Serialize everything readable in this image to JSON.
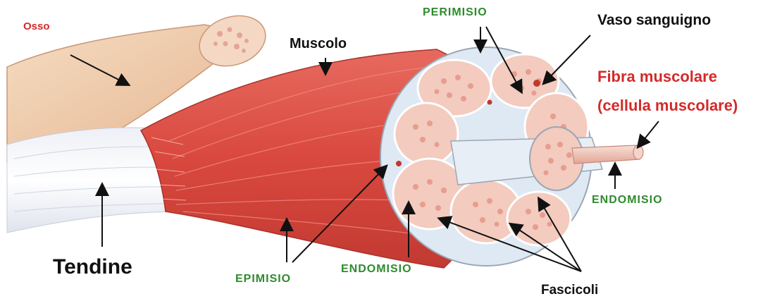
{
  "labels": {
    "osso": "Osso",
    "muscolo": "Muscolo",
    "tendine": "Tendine",
    "perimisio": "PERIMISIO",
    "vaso": "Vaso sanguigno",
    "fibra_line1": "Fibra muscolare",
    "fibra_line2": "(cellula muscolare)",
    "endomisio_right": "ENDOMISIO",
    "endomisio_bottom": "ENDOMISIO",
    "epimisio": "EPIMISIO",
    "fascicoli": "Fascicoli"
  },
  "colors": {
    "green_label": "#2e8b2e",
    "red_label": "#d42a2a",
    "muscle": "#d9534a",
    "fascicle": "#f2c9c0",
    "bone": "#f0c9a6"
  }
}
